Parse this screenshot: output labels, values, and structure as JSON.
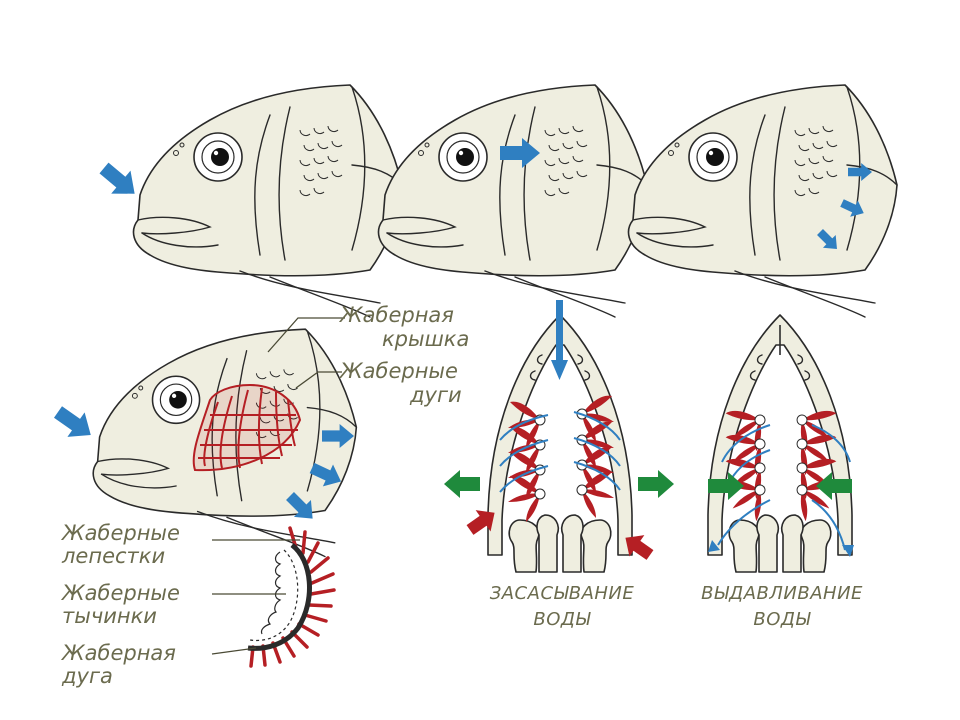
{
  "colors": {
    "background": "#ffffff",
    "fish_body": "#efeee0",
    "outline": "#2a2a2a",
    "water_arrow": "#2f7fc1",
    "gill_red": "#b51f24",
    "pressure_green": "#1f8a3c",
    "label_text": "#6b6b4e"
  },
  "labels": {
    "gill_cover_line1": "Жаберная",
    "gill_cover_line2": "крышка",
    "gill_arches_line1": "Жаберные",
    "gill_arches_line2": "дуги",
    "gill_filaments_line1": "Жаберные",
    "gill_filaments_line2": "лепестки",
    "gill_rakers_line1": "Жаберные",
    "gill_rakers_line2": "тычинки",
    "gill_arch_line1": "Жаберная",
    "gill_arch_line2": "дуга"
  },
  "captions": {
    "suction_line1": "ЗАСАСЫВАНИЕ",
    "suction_line2": "ВОДЫ",
    "expulsion_line1": "ВЫДАВЛИВАНИЕ",
    "expulsion_line2": "ВОДЫ"
  }
}
